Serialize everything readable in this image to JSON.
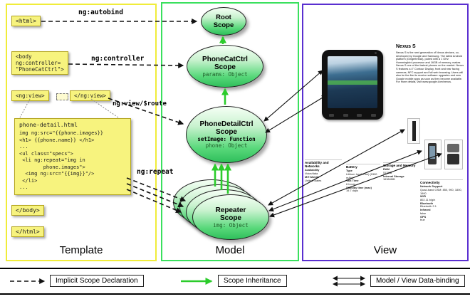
{
  "colors": {
    "template_border": "#f0ec3a",
    "model_border": "#3ae05e",
    "view_border": "#5a2fd0",
    "scope_green": "#3fca68",
    "inheritance_arrow": "#2bcc2b",
    "note_yellow": "#f7f37e"
  },
  "template_panel": {
    "label": "Template",
    "html_open": "<html>",
    "html_close": "</html>",
    "body_close": "</body>",
    "body_lines": [
      "<body",
      "ng:controller=",
      "\"PhoneCatCtrl\">"
    ],
    "ngview_open": "<ng:view>",
    "ngview_close": "</ng:view>",
    "annotations": {
      "autobind": "ng:autobind",
      "controller": "ng:controller",
      "view_route": "ng:view/$route",
      "repeat": "ng:repeat"
    },
    "code": {
      "title": "phone-detail.html",
      "lines": [
        "img ng:src=\"{{phone.images}}",
        "<h1> {{phone.name}} </h1>",
        "...",
        "<ul class=\"specs\">",
        " <li ng:repeat=\"img in",
        "        phone.images\">",
        "  <img ng:src=\"{{img}}\"/>",
        " </li>",
        "..."
      ]
    }
  },
  "model_panel": {
    "label": "Model",
    "root_scope": {
      "title_line1": "Root",
      "title_line2": "Scope"
    },
    "phonecat_scope": {
      "title_line1": "PhoneCatCtrl",
      "title_line2": "Scope",
      "prop": "params: Object"
    },
    "phonedetail_scope": {
      "title_line1": "PhoneDetailCtrl",
      "title_line2": "Scope",
      "prop_bold": "setImage: Function",
      "prop": "phone: Object"
    },
    "repeater_scope": {
      "title_line1": "Repeater",
      "title_line2": "Scope",
      "prop": "img: Object"
    }
  },
  "view_panel": {
    "label": "View",
    "product_title": "Nexus S",
    "description": "Nexus S is the next generation of Nexus devices, co-developed by Google and Samsung. The latest Android platform (Gingerbread), paired with a 1 GHz Hummingbird processor and 16GB of memory, makes Nexus S one of the fastest phones on the market. Nexus S features a 4\" Contour Display, front and rear facing cameras, NFC support and full web browsing. Users will also be the first to receive software upgrades and new Google mobile apps as soon as they become available. For more details, visit www.google.com/nexus.",
    "specs": [
      {
        "header": "Availability and Networks",
        "rows": [
          "Availability",
          "Voice/data",
          "M/T-Mobile",
          "United States"
        ]
      },
      {
        "header": "Battery",
        "rows": [
          "Type",
          "Lithium Ion (Li-Ion) (1500 mAh)",
          "Talk Time",
          "6 hours",
          "Standby time (max)",
          "19.7 days"
        ]
      },
      {
        "header": "Storage and Memory",
        "rows": [
          "RAM",
          "512MB",
          "Internal Storage",
          "16384MB"
        ]
      },
      {
        "header": "Connectivity",
        "rows": [
          "Network Support",
          "Quad-band GSM: 850, 900, 1800, 1900",
          "WiFi",
          "802.11 b/g/n",
          "Bluetooth",
          "Bluetooth 2.1",
          "Infrared",
          "false",
          "GPS",
          "true"
        ]
      }
    ]
  },
  "legend": {
    "implicit_label": "Implicit Scope Declaration",
    "inheritance_label": "Scope Inheritance",
    "databinding_label": "Model / View Data-binding"
  }
}
